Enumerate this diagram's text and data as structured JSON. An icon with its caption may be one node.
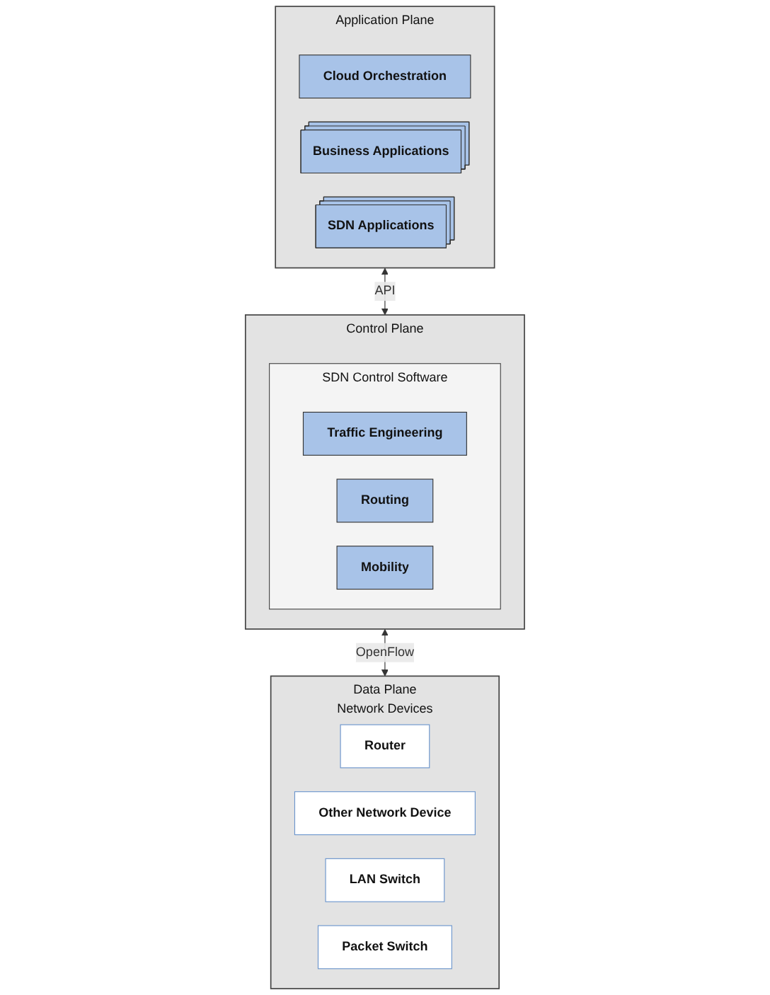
{
  "diagram": {
    "nodes": [
      {
        "text": [
          "Application Plane"
        ]
      },
      {
        "text": [
          "Cloud Orchestration"
        ],
        "in": 0
      },
      {
        "text": [
          "Business Applications"
        ],
        "in": 0
      },
      {
        "text": [
          "SDN Applications"
        ],
        "in": 0
      },
      {
        "text": [
          "Control Plane"
        ]
      },
      {
        "text": [
          "SDN Control Software"
        ],
        "in": 4
      },
      {
        "text": [
          "Traffic Engineering"
        ],
        "in": 5
      },
      {
        "text": [
          "Routing"
        ],
        "in": 5
      },
      {
        "text": [
          "Mobility"
        ],
        "in": 5
      },
      {
        "text": [
          "Data Plane",
          "Network Devices"
        ]
      },
      {
        "text": [
          "Router"
        ],
        "in": 9
      },
      {
        "text": [
          "Other Network Device"
        ],
        "in": 9
      },
      {
        "text": [
          "LAN Switch"
        ],
        "in": 9
      },
      {
        "text": [
          "Packet Switch"
        ],
        "in": 9
      }
    ],
    "edges": [
      {
        "from": 0,
        "to": 4,
        "arrow": "both",
        "label": "API"
      },
      {
        "from": 4,
        "to": 9,
        "arrow": "both",
        "label": "OpenFlow"
      }
    ]
  }
}
